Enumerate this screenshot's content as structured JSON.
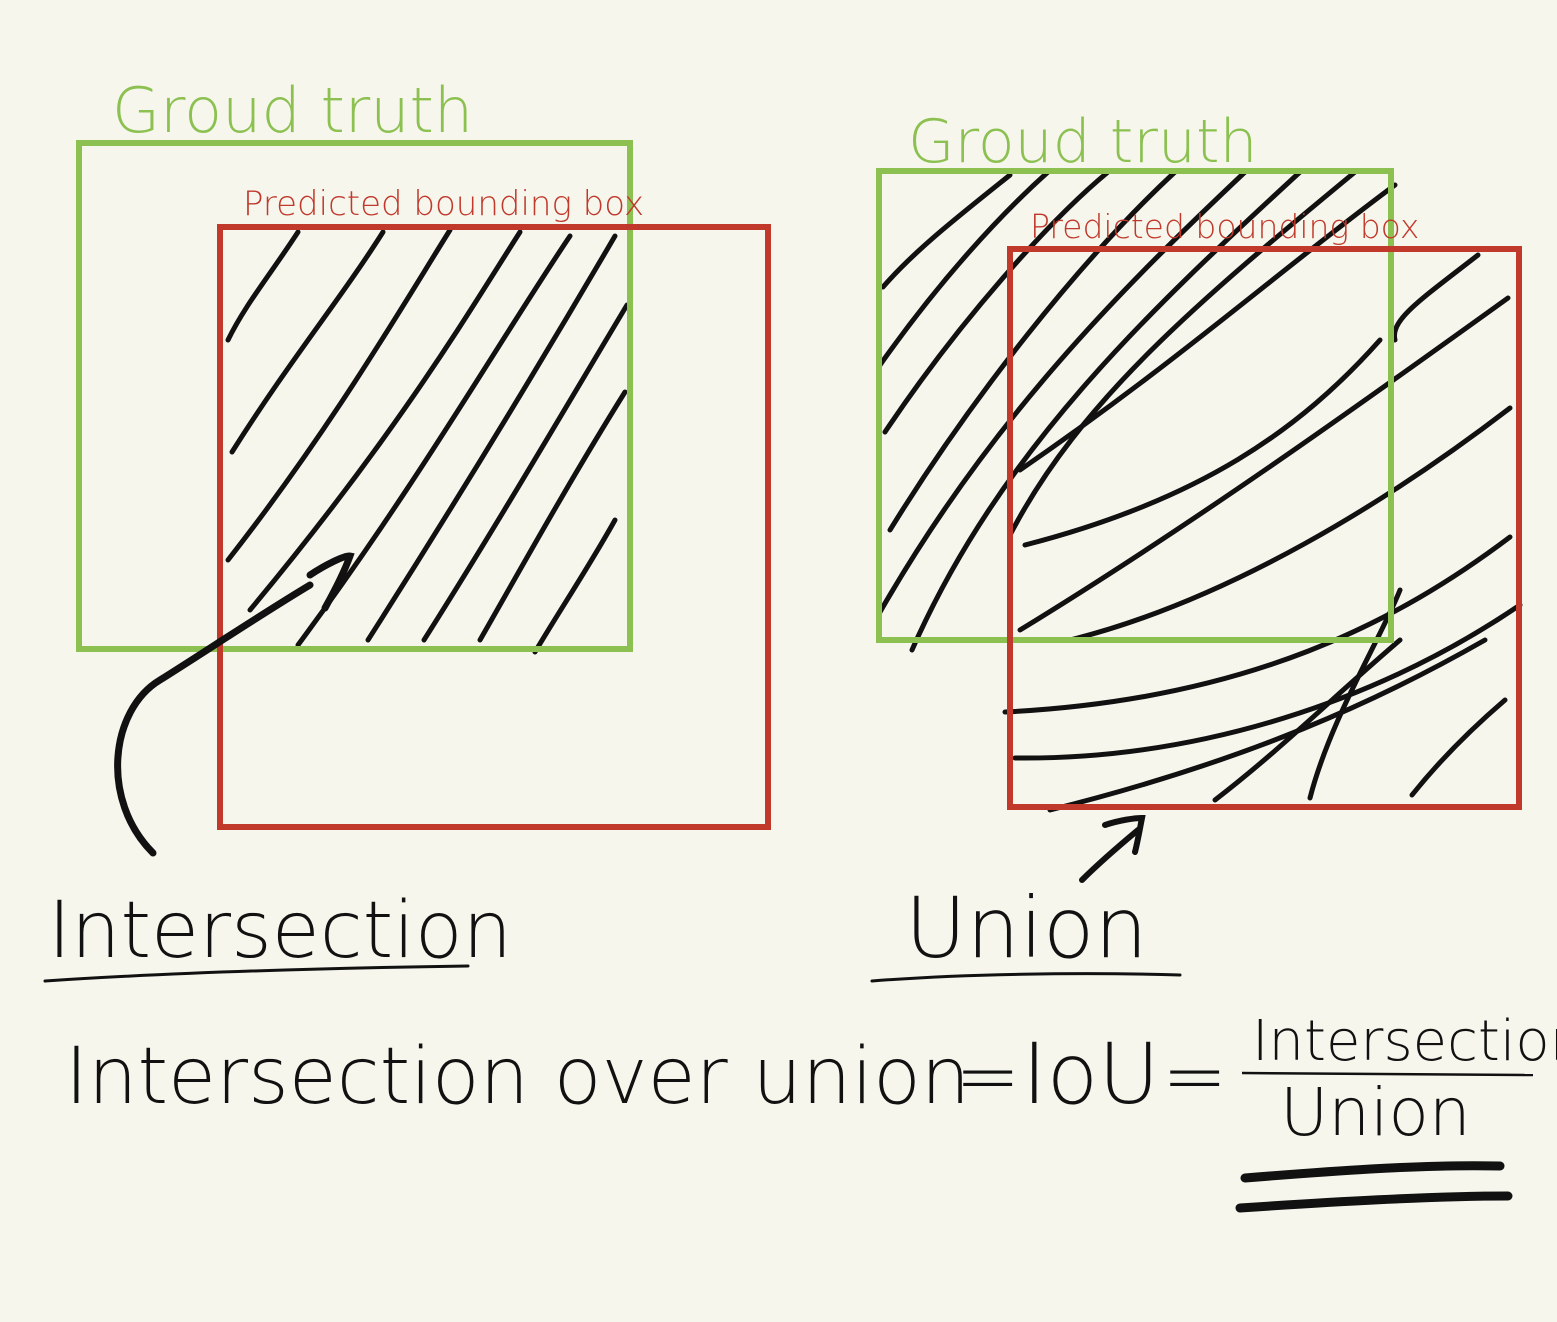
{
  "colors": {
    "background": "#f7f6ed",
    "ground_truth": "#8cc152",
    "predicted": "#c0392b",
    "ink": "#111111"
  },
  "left_panel": {
    "ground_truth_label": "Groud truth",
    "predicted_label": "Predicted bounding box",
    "caption": "Intersection"
  },
  "right_panel": {
    "ground_truth_label": "Groud truth",
    "predicted_label": "Predicted bounding box",
    "caption": "Union"
  },
  "formula": {
    "lhs": "Intersection over union",
    "equals_1": "=",
    "abbr": "IoU",
    "equals_2": "=",
    "numerator": "Intersection",
    "denominator": "Union"
  }
}
